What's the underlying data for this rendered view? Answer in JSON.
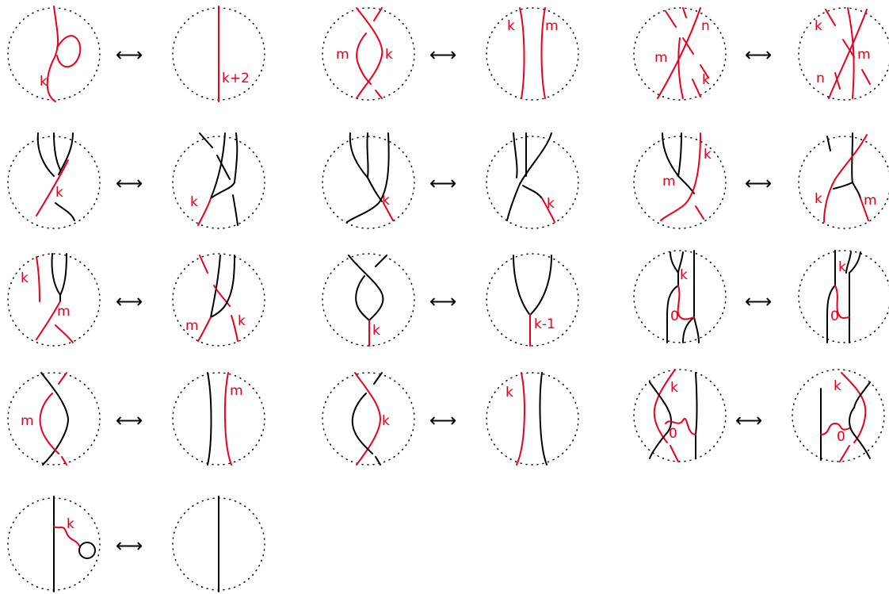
{
  "arrow_glyph": "⟷",
  "colors": {
    "red_strand": "#e8001c",
    "black_strand": "#000000",
    "disc_outline": "#000000"
  },
  "moves": [
    {
      "left_labels": [
        "k"
      ],
      "right_labels": [
        "k+2"
      ]
    },
    {
      "left_labels": [
        "m",
        "k"
      ],
      "right_labels": [
        "k",
        "m"
      ]
    },
    {
      "left_labels": [
        "n",
        "m",
        "k"
      ],
      "right_labels": [
        "k",
        "m",
        "n"
      ]
    },
    {
      "left_labels": [
        "k"
      ],
      "right_labels": [
        "k"
      ]
    },
    {
      "left_labels": [
        "k"
      ],
      "right_labels": [
        "k"
      ]
    },
    {
      "left_labels": [
        "k",
        "m"
      ],
      "right_labels": [
        "k",
        "m"
      ]
    },
    {
      "left_labels": [
        "k",
        "m"
      ],
      "right_labels": [
        "m",
        "k"
      ]
    },
    {
      "left_labels": [
        "k"
      ],
      "right_labels": [
        "k-1"
      ]
    },
    {
      "left_labels": [
        "k",
        "0"
      ],
      "right_labels": [
        "k",
        "0"
      ]
    },
    {
      "left_labels": [
        "m"
      ],
      "right_labels": [
        "m"
      ]
    },
    {
      "left_labels": [
        "k"
      ],
      "right_labels": [
        "k"
      ]
    },
    {
      "left_labels": [
        "k",
        "0"
      ],
      "right_labels": [
        "k",
        "0"
      ]
    },
    {
      "left_labels": [
        "k"
      ],
      "right_labels": []
    }
  ]
}
